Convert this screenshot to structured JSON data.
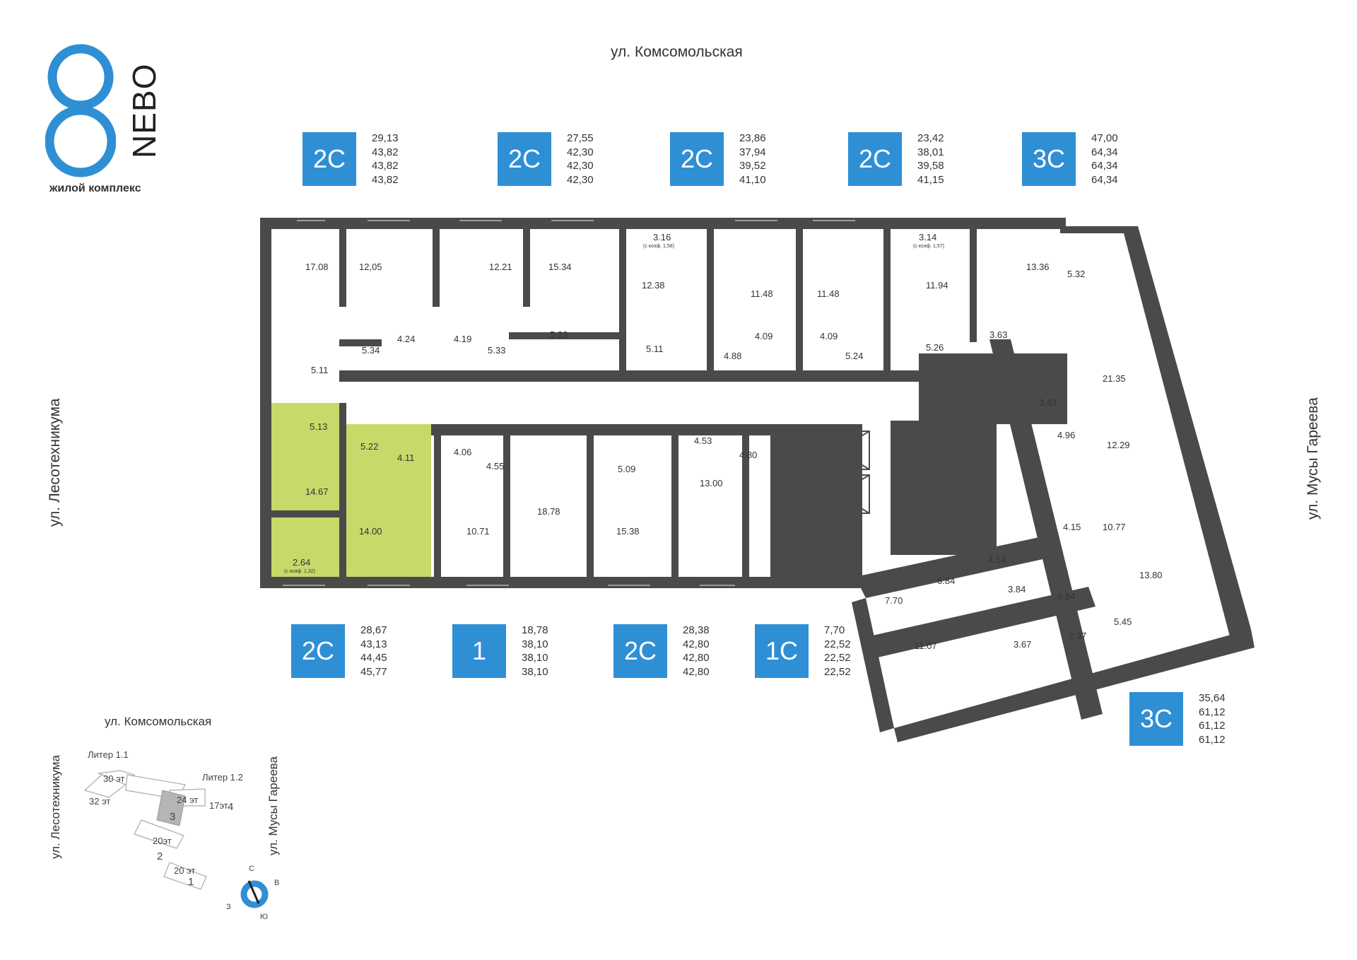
{
  "brand": {
    "logo_word": "NEBO",
    "tagline": "жилой комплекс",
    "accent_color": "#2f8fd5"
  },
  "streets": {
    "top": "ул. Комсомольская",
    "left": "ул. Лесотехникума",
    "right": "ул. Мусы Гареева"
  },
  "apartments_top": [
    {
      "type": "2С",
      "values": [
        "29,13",
        "43,82",
        "43,82",
        "43,82"
      ]
    },
    {
      "type": "2С",
      "values": [
        "27,55",
        "42,30",
        "42,30",
        "42,30"
      ]
    },
    {
      "type": "2С",
      "values": [
        "23,86",
        "37,94",
        "39,52",
        "41,10"
      ]
    },
    {
      "type": "2С",
      "values": [
        "23,42",
        "38,01",
        "39,58",
        "41,15"
      ]
    },
    {
      "type": "3С",
      "values": [
        "47,00",
        "64,34",
        "64,34",
        "64,34"
      ]
    }
  ],
  "apartments_bottom": [
    {
      "type": "2С",
      "values": [
        "28,67",
        "43,13",
        "44,45",
        "45,77"
      ]
    },
    {
      "type": "1",
      "values": [
        "18,78",
        "38,10",
        "38,10",
        "38,10"
      ]
    },
    {
      "type": "2С",
      "values": [
        "28,38",
        "42,80",
        "42,80",
        "42,80"
      ]
    },
    {
      "type": "1С",
      "values": [
        "7,70",
        "22,52",
        "22,52",
        "22,52"
      ]
    }
  ],
  "apartment_right": {
    "type": "3С",
    "values": [
      "35,64",
      "61,12",
      "61,12",
      "61,12"
    ]
  },
  "rooms": {
    "r1": "17.08",
    "r2": "12,05",
    "r3": "12.21",
    "r4": "15.34",
    "r5": "3.16",
    "r5n": "(с коэф. 1,58)",
    "r6": "12.38",
    "r7": "11.48",
    "r8": "11.48",
    "r9": "3.14",
    "r9n": "(с коэф. 1,57)",
    "r10": "11.94",
    "r11": "13.36",
    "r12": "5.32",
    "r13": "4.24",
    "r14": "4.19",
    "r15": "5.34",
    "r16": "5.33",
    "r17": "5.23",
    "r18": "5.11",
    "r19": "4.09",
    "r20": "4.09",
    "r21": "4.88",
    "r22": "5.24",
    "r23": "5.26",
    "r24": "3.63",
    "r25": "5.11",
    "r26": "21.35",
    "r27": "3.43",
    "r28": "4.96",
    "r29": "12.29",
    "r30": "5.13",
    "r31": "5.22",
    "r32": "4.11",
    "r33": "4.06",
    "r34": "4.55",
    "r35": "5.09",
    "r36": "4.53",
    "r37": "4.80",
    "r38": "14.67",
    "r39": "18.78",
    "r40": "14.00",
    "r41": "10.71",
    "r42": "15.38",
    "r43": "13.00",
    "r44": "2.64",
    "r44n": "(с коэф. 1,32)",
    "r45": "4.15",
    "r46": "10.77",
    "r47": "4.14",
    "r48": "6.84",
    "r49": "7.70",
    "r50": "3.84",
    "r51": "9.84",
    "r52": "13.80",
    "r53": "5.45",
    "r54": "3.67",
    "r55": "2.37",
    "r56": "11.07"
  },
  "mini_map": {
    "street_top": "ул. Комсомольская",
    "street_left": "ул. Лесотехникума",
    "street_right": "ул. Мусы Гареева",
    "liter_a": "Литер 1.1",
    "liter_b": "Литер 1.2",
    "floors_30": "30 эт",
    "floors_32": "32 эт",
    "floors_24": "24 эт",
    "floors_17": "17эт",
    "floors_20a": "20эт",
    "floors_20b": "20 эт",
    "sec1": "1",
    "sec2": "2",
    "sec3": "3",
    "sec4": "4",
    "compass_n": "С",
    "compass_e": "В",
    "compass_s": "Ю",
    "compass_w": "З"
  },
  "colors": {
    "walls": "#4a4a4a",
    "highlight": "#c8d96a",
    "badge": "#2f8fd5"
  }
}
